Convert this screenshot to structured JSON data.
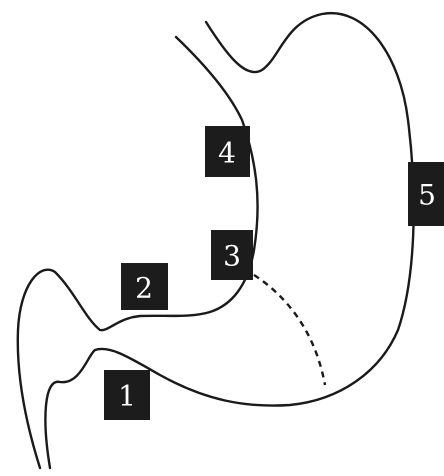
{
  "labels": {
    "marker_1": "1",
    "marker_2": "2",
    "marker_3": "3",
    "marker_4": "4",
    "marker_5": "5"
  },
  "colors": {
    "stroke": "#1a1a1a",
    "marker_fill": "#1c1c1c",
    "marker_text": "#ffffff",
    "background": "#ffffff"
  }
}
